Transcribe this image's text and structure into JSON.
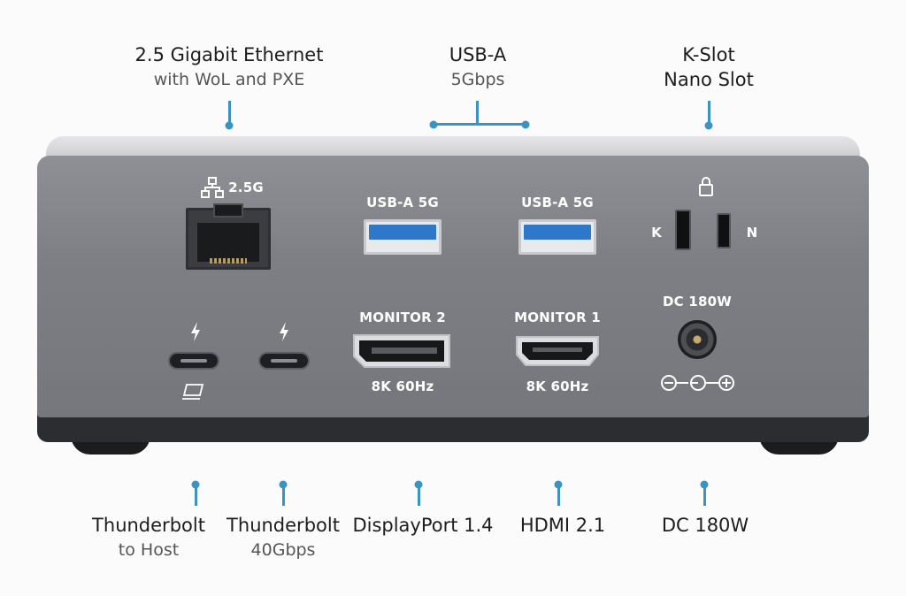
{
  "callouts_top": [
    {
      "title": "2.5 Gigabit Ethernet",
      "sub": "with WoL and PXE"
    },
    {
      "title": "USB-A",
      "sub": "5Gbps"
    },
    {
      "title": "K-Slot",
      "sub": "Nano Slot"
    }
  ],
  "callouts_bottom": [
    {
      "title": "Thunderbolt",
      "sub": "to Host"
    },
    {
      "title": "Thunderbolt",
      "sub": "40Gbps"
    },
    {
      "title": "DisplayPort 1.4",
      "sub": ""
    },
    {
      "title": "HDMI 2.1",
      "sub": ""
    },
    {
      "title": "DC 180W",
      "sub": ""
    }
  ],
  "port_labels": {
    "ethernet": "2.5G",
    "usba_left": "USB-A 5G",
    "usba_right": "USB-A 5G",
    "monitor2": "MONITOR 2",
    "monitor1": "MONITOR 1",
    "monitor2_res": "8K 60Hz",
    "monitor1_res": "8K 60Hz",
    "k": "K",
    "n": "N",
    "dc": "DC 180W"
  },
  "icons": {
    "ethernet": "network-icon",
    "lock": "lock-icon",
    "thunderbolt": "thunderbolt-icon",
    "laptop": "laptop-icon",
    "polarity": "dc-polarity-icon"
  },
  "colors": {
    "accent": "#3b93c1",
    "usb_blue": "#2f78c9",
    "body": "#7f8186"
  }
}
